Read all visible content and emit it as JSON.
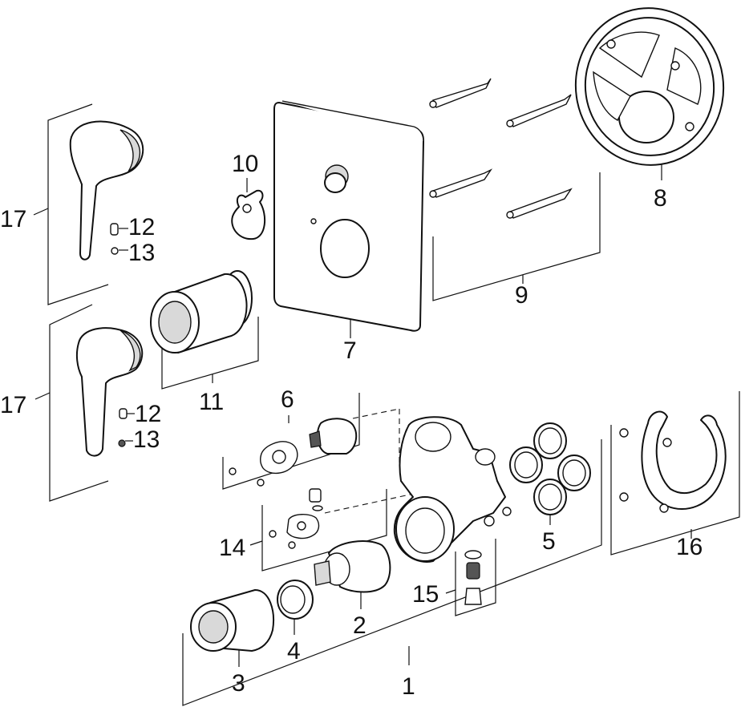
{
  "callouts": {
    "c1": "1",
    "c2": "2",
    "c3": "3",
    "c4": "4",
    "c5": "5",
    "c6": "6",
    "c7": "7",
    "c8": "8",
    "c9": "9",
    "c10": "10",
    "c11": "11",
    "c12a": "12",
    "c12b": "12",
    "c13a": "13",
    "c13b": "13",
    "c14": "14",
    "c15": "15",
    "c16": "16",
    "c17a": "17",
    "c17b": "17"
  }
}
